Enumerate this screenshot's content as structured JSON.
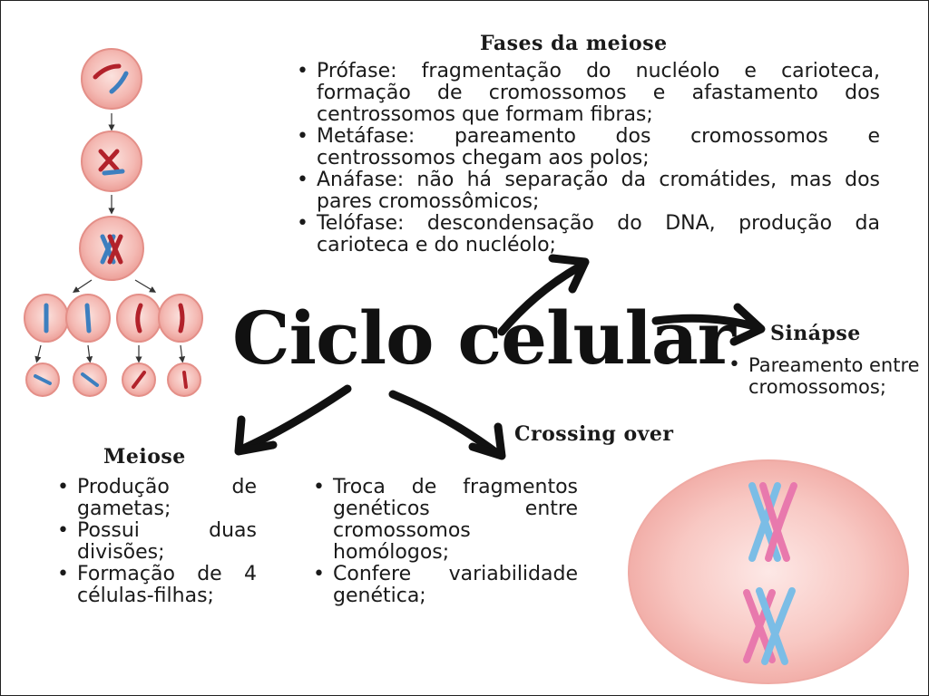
{
  "main_title": "Ciclo celular",
  "fases": {
    "title": "Fases da meiose",
    "items": [
      "Prófase: fragmentação do nucléolo e carioteca, formação de cromossomos e afastamento dos centrossomos que formam fibras;",
      "Metáfase: pareamento dos cromossomos e centrossomos chegam aos polos;",
      "Anáfase: não há separação da cromátides, mas dos pares cromossômicos;",
      "Telófase: descondensação do DNA, produção da carioteca e do nucléolo;"
    ]
  },
  "sinapse": {
    "title": "Sinápse",
    "items": [
      "Pareamento entre cromossomos;"
    ]
  },
  "meiose": {
    "title": "Meiose",
    "items": [
      "Produção de gametas;",
      "Possui duas divisões;",
      "Formação de 4 células-filhas;"
    ]
  },
  "crossing": {
    "title": "Crossing over",
    "items": [
      "Troca de fragmentos genéticos entre cromossomos homólogos;",
      "Confere variabilidade genética;"
    ]
  },
  "colors": {
    "cell_fill": "#f4b9b3",
    "cell_edge": "#e48f88",
    "chromosome_red": "#b2222b",
    "chromosome_blue": "#3d7fbf",
    "chromosome_pink": "#e879ad",
    "chromosome_lightblue": "#7bbde6",
    "arrow": "#111111"
  }
}
